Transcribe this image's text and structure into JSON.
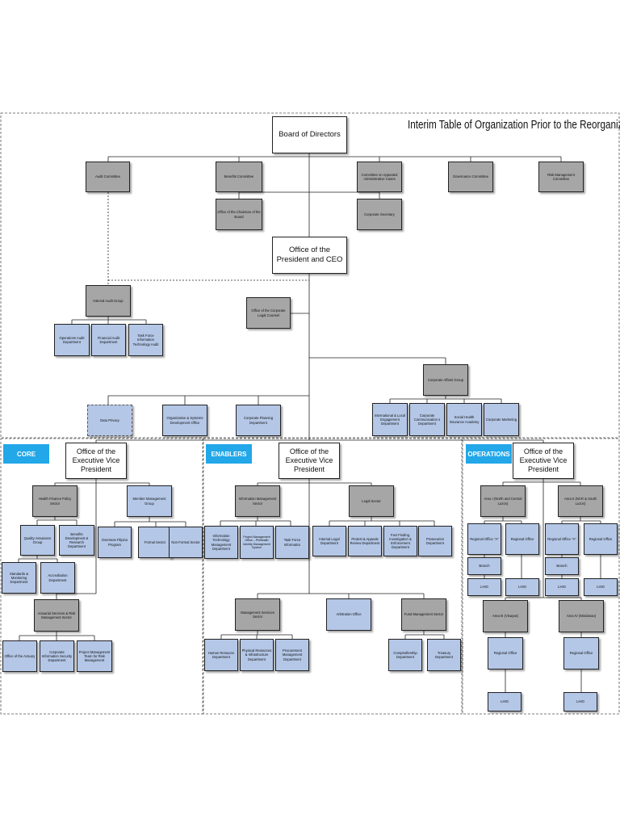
{
  "title": "Interim Table of Organization Prior to the Reorganization",
  "sections": {
    "core": "CORE",
    "enablers": "ENABLERS",
    "operations": "OPERATIONS"
  },
  "boxes": {
    "board": "Board of Directors",
    "audit_committee": "Audit Committee",
    "benefits_committee": "Benefits Committee",
    "appealed_cases_committee": "Committee on Appealed Administrative Cases",
    "governance_committee": "Governance Committee",
    "risk_committee": "Risk Management Committee",
    "office_chairman": "Office of the Chairman of the Board",
    "corporate_secretary": "Corporate Secretary",
    "president_ceo": "Office of the President and CEO",
    "internal_audit": "Internal Audit Group",
    "operations_audit": "Operations Audit Department",
    "financial_audit": "Financial Audit Department",
    "it_audit": "Task Force Information Technology Audit",
    "legal_counsel": "Office of the Corporate Legal Counsel",
    "corporate_affairs": "Corporate Affairs Group",
    "data_privacy": "Data Privacy",
    "org_systems": "Organization & Systems Development Office",
    "corporate_planning": "Corporate Planning Department",
    "intl_local": "International & Local Engagement Department",
    "corp_comm": "Corporate Communication s Department",
    "health_academy": "Social Health Insurance Academy",
    "corp_marketing": "Corporate Marketing",
    "evp_core": "Office of the Executive Vice President",
    "evp_enablers": "Office of the Executive Vice President",
    "evp_operations": "Office of the Executive Vice President",
    "health_finance": "Health Finance Policy Sector",
    "member_mgmt": "Member Management Group",
    "quality_assurance": "Quality Assurance Group",
    "benefits_dev": "Benefits Development & Research Department",
    "overseas": "Overseas Filipino Program",
    "formal": "Formal Sector",
    "non_formal": "Non-Formal Sector",
    "standards": "Standards & Monitoring Department",
    "accreditation": "Accreditation Department",
    "actuarial": "Actuarial Services & Risk Management Sector",
    "office_actuary": "Office of the Actuary",
    "info_security": "Corporate Information Security Department",
    "project_risk": "Project Management Team for Risk Management",
    "info_mgmt": "Information Management Sector",
    "legal_sector": "Legal Sector",
    "it_mgmt": "Information Technology Management Department",
    "pmo": "Project Management Office – Philhealth Identity Management System",
    "tf_informatics": "Task Force Informatics",
    "internal_legal": "Internal Legal Department",
    "protest_appeals": "Protest & Appeals Review Department",
    "fact_finding": "Fact Finding, Investigation & Enforcement Department",
    "prosecution": "Prosecution Department",
    "mgmt_services": "Management Services Sector",
    "arbitration": "Arbitration Office",
    "fund_mgmt": "Fund Management Sector",
    "human_resource": "Human Resource Department",
    "physical_resources": "Physical Resources & Infrastructure Department",
    "procurement": "Procurement Management Department",
    "comptrollership": "Comptrollership Department",
    "treasury": "Treasury Department",
    "area1": "Area I (North and Central Luzon)",
    "area2": "Area II (NCR & South Luzon)",
    "ro_a1_a": "Regional Office \"A\"",
    "ro_a1_b": "Regional Office",
    "ro_a2_a": "Regional Office \"A\"",
    "ro_a2_b": "Regional Office",
    "branch1": "Branch",
    "branch2": "Branch",
    "lho_1": "LHIO",
    "lho_2": "LHIO",
    "lho_3": "LHIO",
    "lho_4": "LHIO",
    "area3": "Area III (Visayas)",
    "area4": "Area IV (Mindanao)",
    "ro_a3": "Regional Office",
    "ro_a4": "Regional Office",
    "lho_5": "LHIO",
    "lho_6": "LHIO"
  }
}
